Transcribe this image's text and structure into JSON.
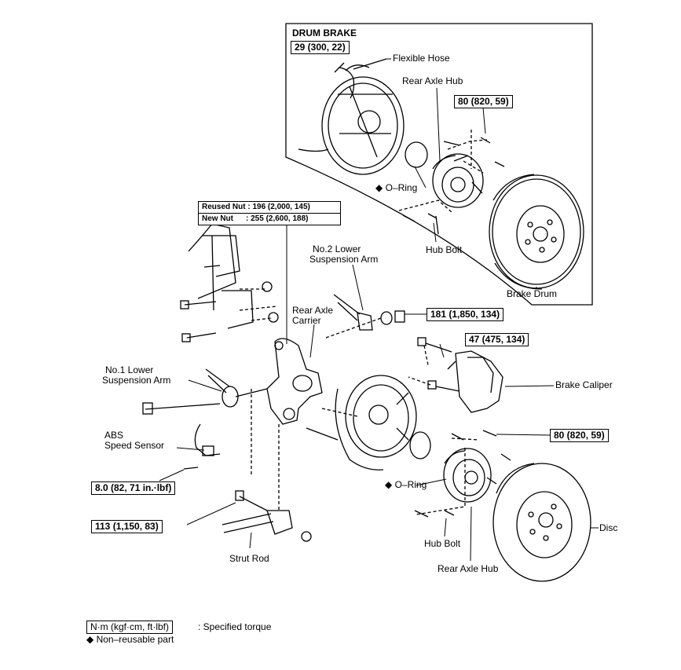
{
  "drum_brake": {
    "title": "DRUM BRAKE",
    "torque_hose": "29 (300, 22)",
    "flexible_hose": "Flexible Hose",
    "rear_axle_hub": "Rear Axle Hub",
    "torque_hub": "80 (820, 59)",
    "o_ring": "O–Ring",
    "hub_bolt": "Hub Bolt",
    "brake_drum": "Brake Drum"
  },
  "nut_table": {
    "reused_label": "Reused Nut",
    "reused_value": ": 196 (2,000, 145)",
    "new_label": "New Nut",
    "new_value": ": 255 (2,600, 188)"
  },
  "labels": {
    "no2_lower_arm_line1": "No.2 Lower",
    "no2_lower_arm_line2": "Suspension Arm",
    "rear_axle_carrier_line1": "Rear Axle",
    "rear_axle_carrier_line2": "Carrier",
    "no1_lower_arm_line1": "No.1 Lower",
    "no1_lower_arm_line2": "Suspension Arm",
    "abs_line1": "ABS",
    "abs_line2": "Speed Sensor",
    "brake_caliper": "Brake Caliper",
    "o_ring": "O–Ring",
    "disc": "Disc",
    "hub_bolt": "Hub Bolt",
    "rear_axle_hub": "Rear Axle Hub",
    "strut_rod": "Strut Rod"
  },
  "torques": {
    "t181": "181 (1,850, 134)",
    "t47": "47 (475, 134)",
    "t80": "80 (820, 59)",
    "t8": "8.0 (82, 71 in.·lbf)",
    "t113": "113 (1,150, 83)"
  },
  "legend": {
    "unit_box": "N·m (kgf·cm, ft·lbf)",
    "unit_text": ": Specified torque",
    "diamond": "◆",
    "nonreusable": "Non–reusable part"
  }
}
